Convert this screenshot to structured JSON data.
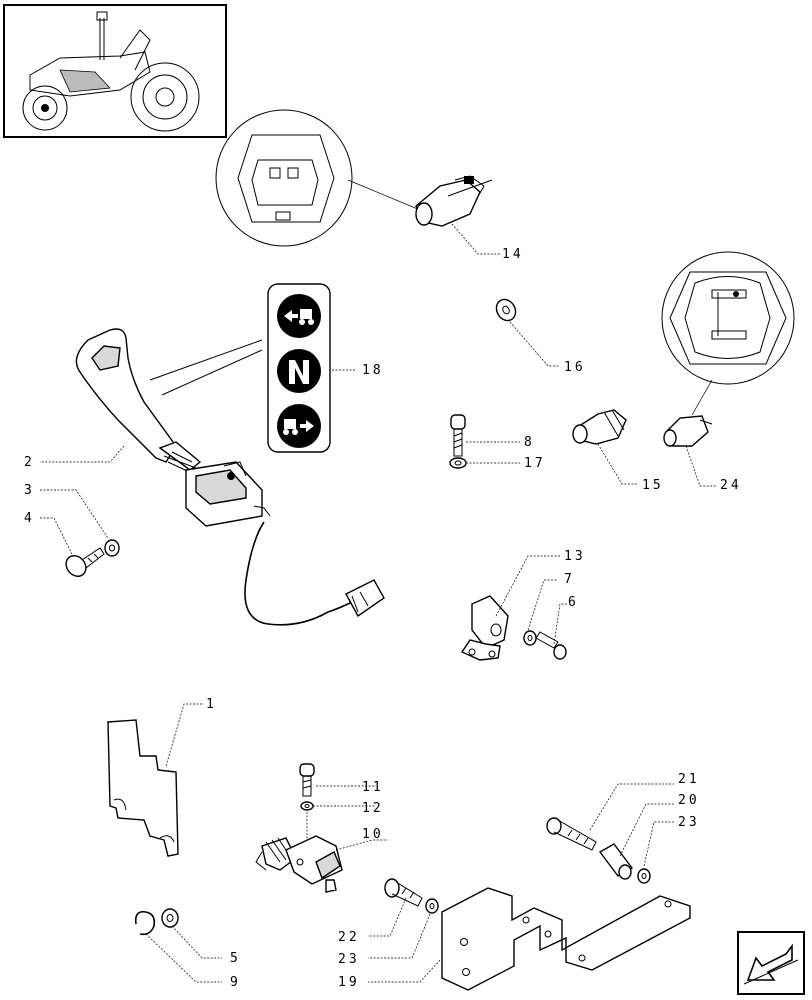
{
  "labels": {
    "l1": "1",
    "l2": "2",
    "l3": "3",
    "l4": "4",
    "l5": "5",
    "l6": "6",
    "l7": "7",
    "l8": "8",
    "l9": "9",
    "l10": "10",
    "l11": "11",
    "l12": "12",
    "l13": "13",
    "l14": "14",
    "l15": "15",
    "l16": "16",
    "l17": "17",
    "l18": "18",
    "l19": "19",
    "l20": "20",
    "l21": "21",
    "l22": "22",
    "l23a": "23",
    "l23b": "23",
    "l24": "24"
  },
  "icons": {
    "thumbnail": "tractor-thumbnail-icon",
    "indicator": "forward-neutral-reverse-icon",
    "nav": "back-arrow-icon"
  }
}
